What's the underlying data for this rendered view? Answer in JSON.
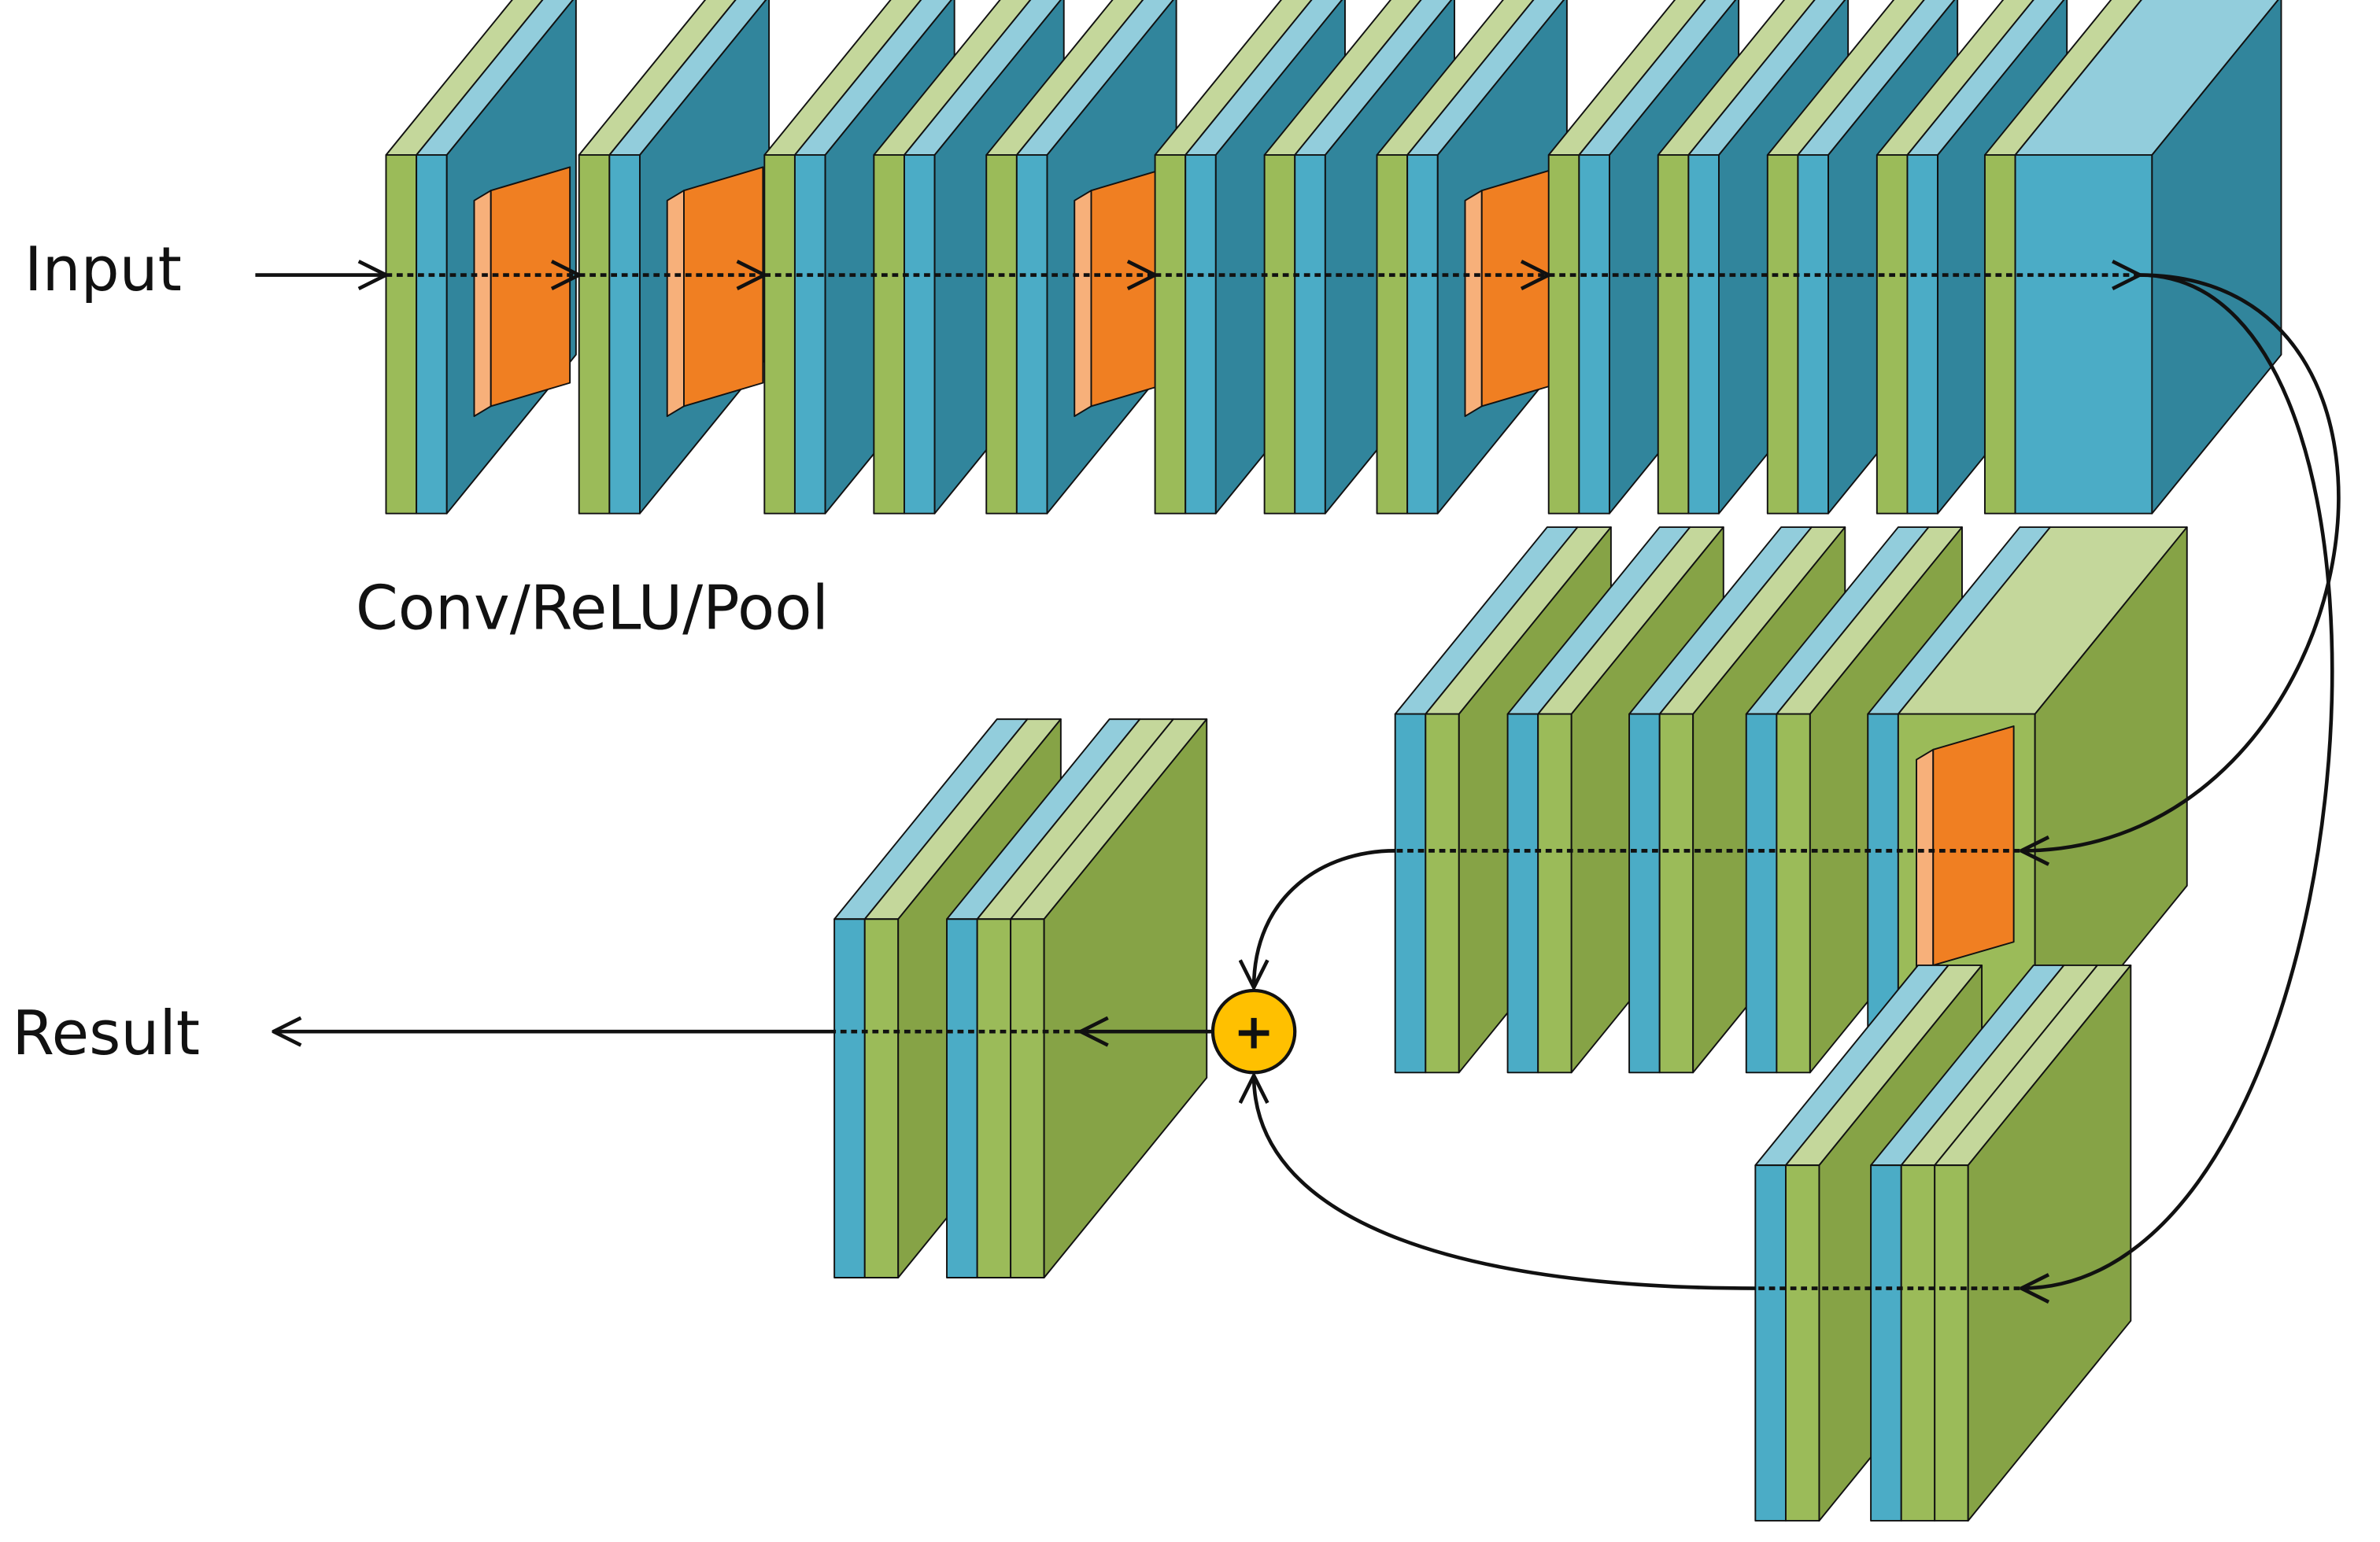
{
  "labels": {
    "input": "Input",
    "result": "Result",
    "layer_caption": "Conv/ReLU/Pool",
    "sum_symbol": "+"
  },
  "colors": {
    "green_face": "#9bbb59",
    "green_top": "#c4d79b",
    "green_side": "#86a346",
    "blue_face": "#4bacc6",
    "blue_top": "#92cddc",
    "blue_side": "#31859c",
    "orange_face": "#f07f22",
    "orange_edge": "#f7b07a",
    "sum_fill": "#ffc000",
    "line": "#111111"
  },
  "icons": {
    "sum_node": "plus-circle-icon",
    "arrows": "open-arrowhead-icon"
  }
}
